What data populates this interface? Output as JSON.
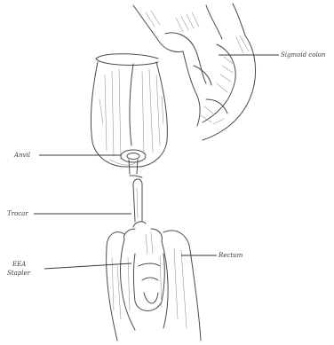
{
  "labels": {
    "sigmoid": "Sigmoid colon",
    "anvil": "Anvil",
    "trocar": "Trocar",
    "eea_line1": "EEA",
    "eea_line2": "Stapler",
    "rectum": "Rectum"
  },
  "colors": {
    "pencil": "#4a4a4a",
    "paper": "#ffffff"
  }
}
